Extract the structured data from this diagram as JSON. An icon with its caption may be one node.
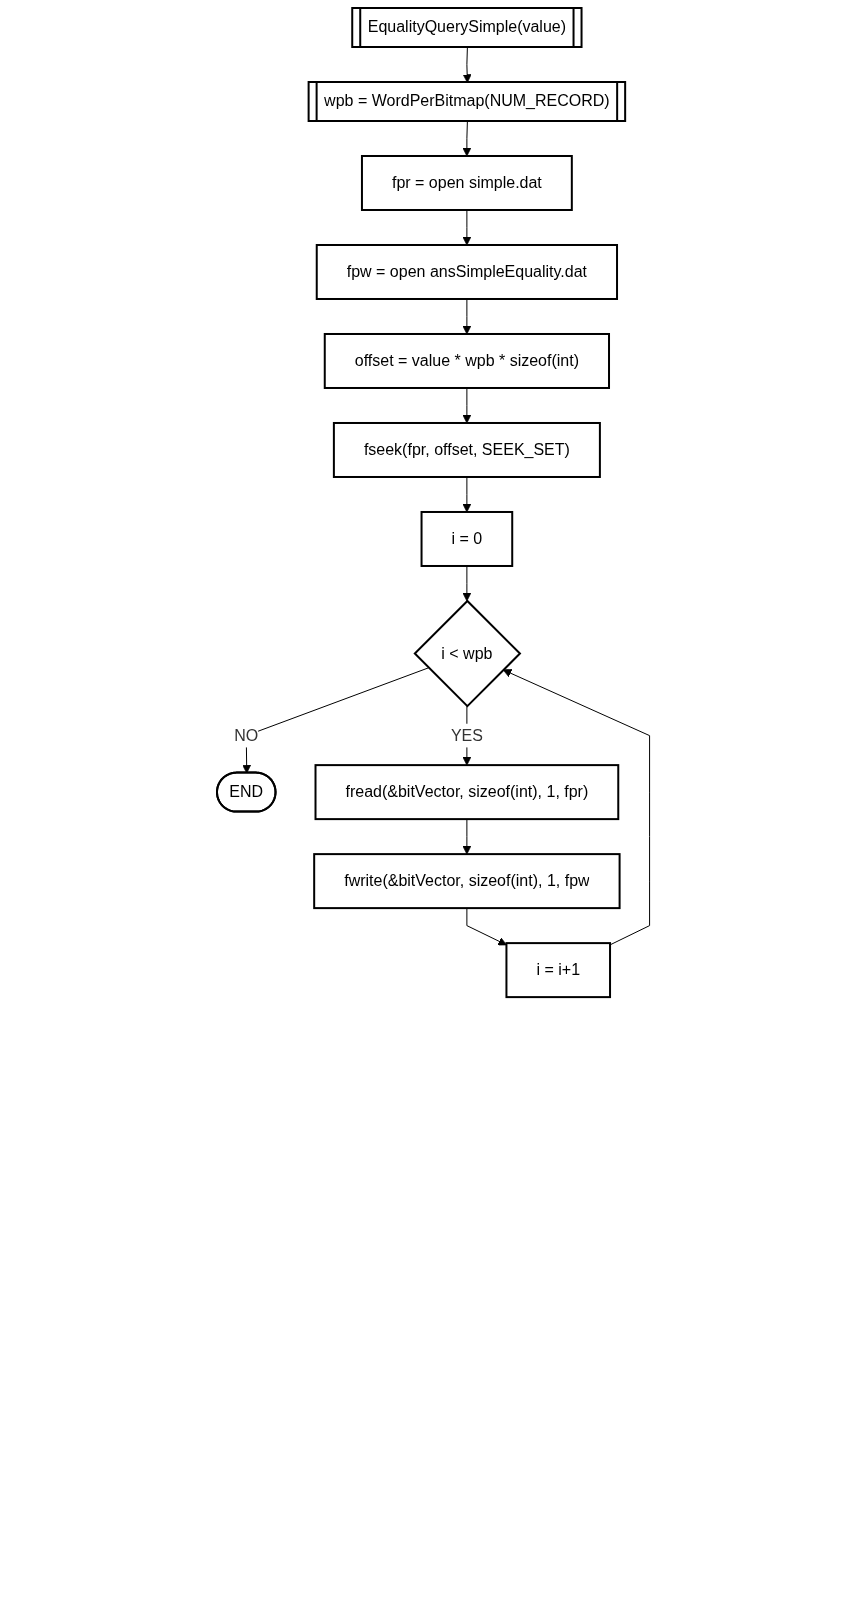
{
  "diagram": {
    "nodes": [
      {
        "text": [
          "EqualityQuerySimple(value)"
        ]
      },
      {
        "text": [
          "wpb = WordPerBitmap(NUM_RECORD)"
        ]
      },
      {
        "text": [
          "fpr = open simple.dat"
        ]
      },
      {
        "text": [
          "fpw = open ansSimpleEquality.dat"
        ]
      },
      {
        "text": [
          "offset = value * wpb * sizeof(int)"
        ]
      },
      {
        "text": [
          "fseek(fpr, offset, SEEK_SET)"
        ]
      },
      {
        "text": [
          "i = 0"
        ]
      },
      {
        "text": [
          "i < wpb"
        ]
      },
      {
        "text": [
          "END"
        ]
      },
      {
        "text": [
          "fread(&bitVector, sizeof(int), 1, fpr)"
        ]
      },
      {
        "text": [
          "fwrite(&bitVector, sizeof(int), 1, fpw"
        ]
      },
      {
        "text": [
          "i = i+1"
        ]
      }
    ],
    "edges": [
      {
        "from": 0,
        "to": 1,
        "arrow": "to"
      },
      {
        "from": 1,
        "to": 2,
        "arrow": "to"
      },
      {
        "from": 2,
        "to": 3,
        "arrow": "to"
      },
      {
        "from": 3,
        "to": 4,
        "arrow": "to"
      },
      {
        "from": 4,
        "to": 5,
        "arrow": "to"
      },
      {
        "from": 5,
        "to": 6,
        "arrow": "to"
      },
      {
        "from": 6,
        "to": 7,
        "arrow": "to"
      },
      {
        "from": 7,
        "to": 8,
        "label": "NO",
        "arrow": "to"
      },
      {
        "from": 7,
        "to": 9,
        "label": "YES",
        "arrow": "to"
      },
      {
        "from": 9,
        "to": 10,
        "arrow": "to"
      },
      {
        "from": 10,
        "to": 11,
        "arrow": "to"
      },
      {
        "from": 11,
        "to": 7,
        "arrow": "to"
      }
    ]
  }
}
